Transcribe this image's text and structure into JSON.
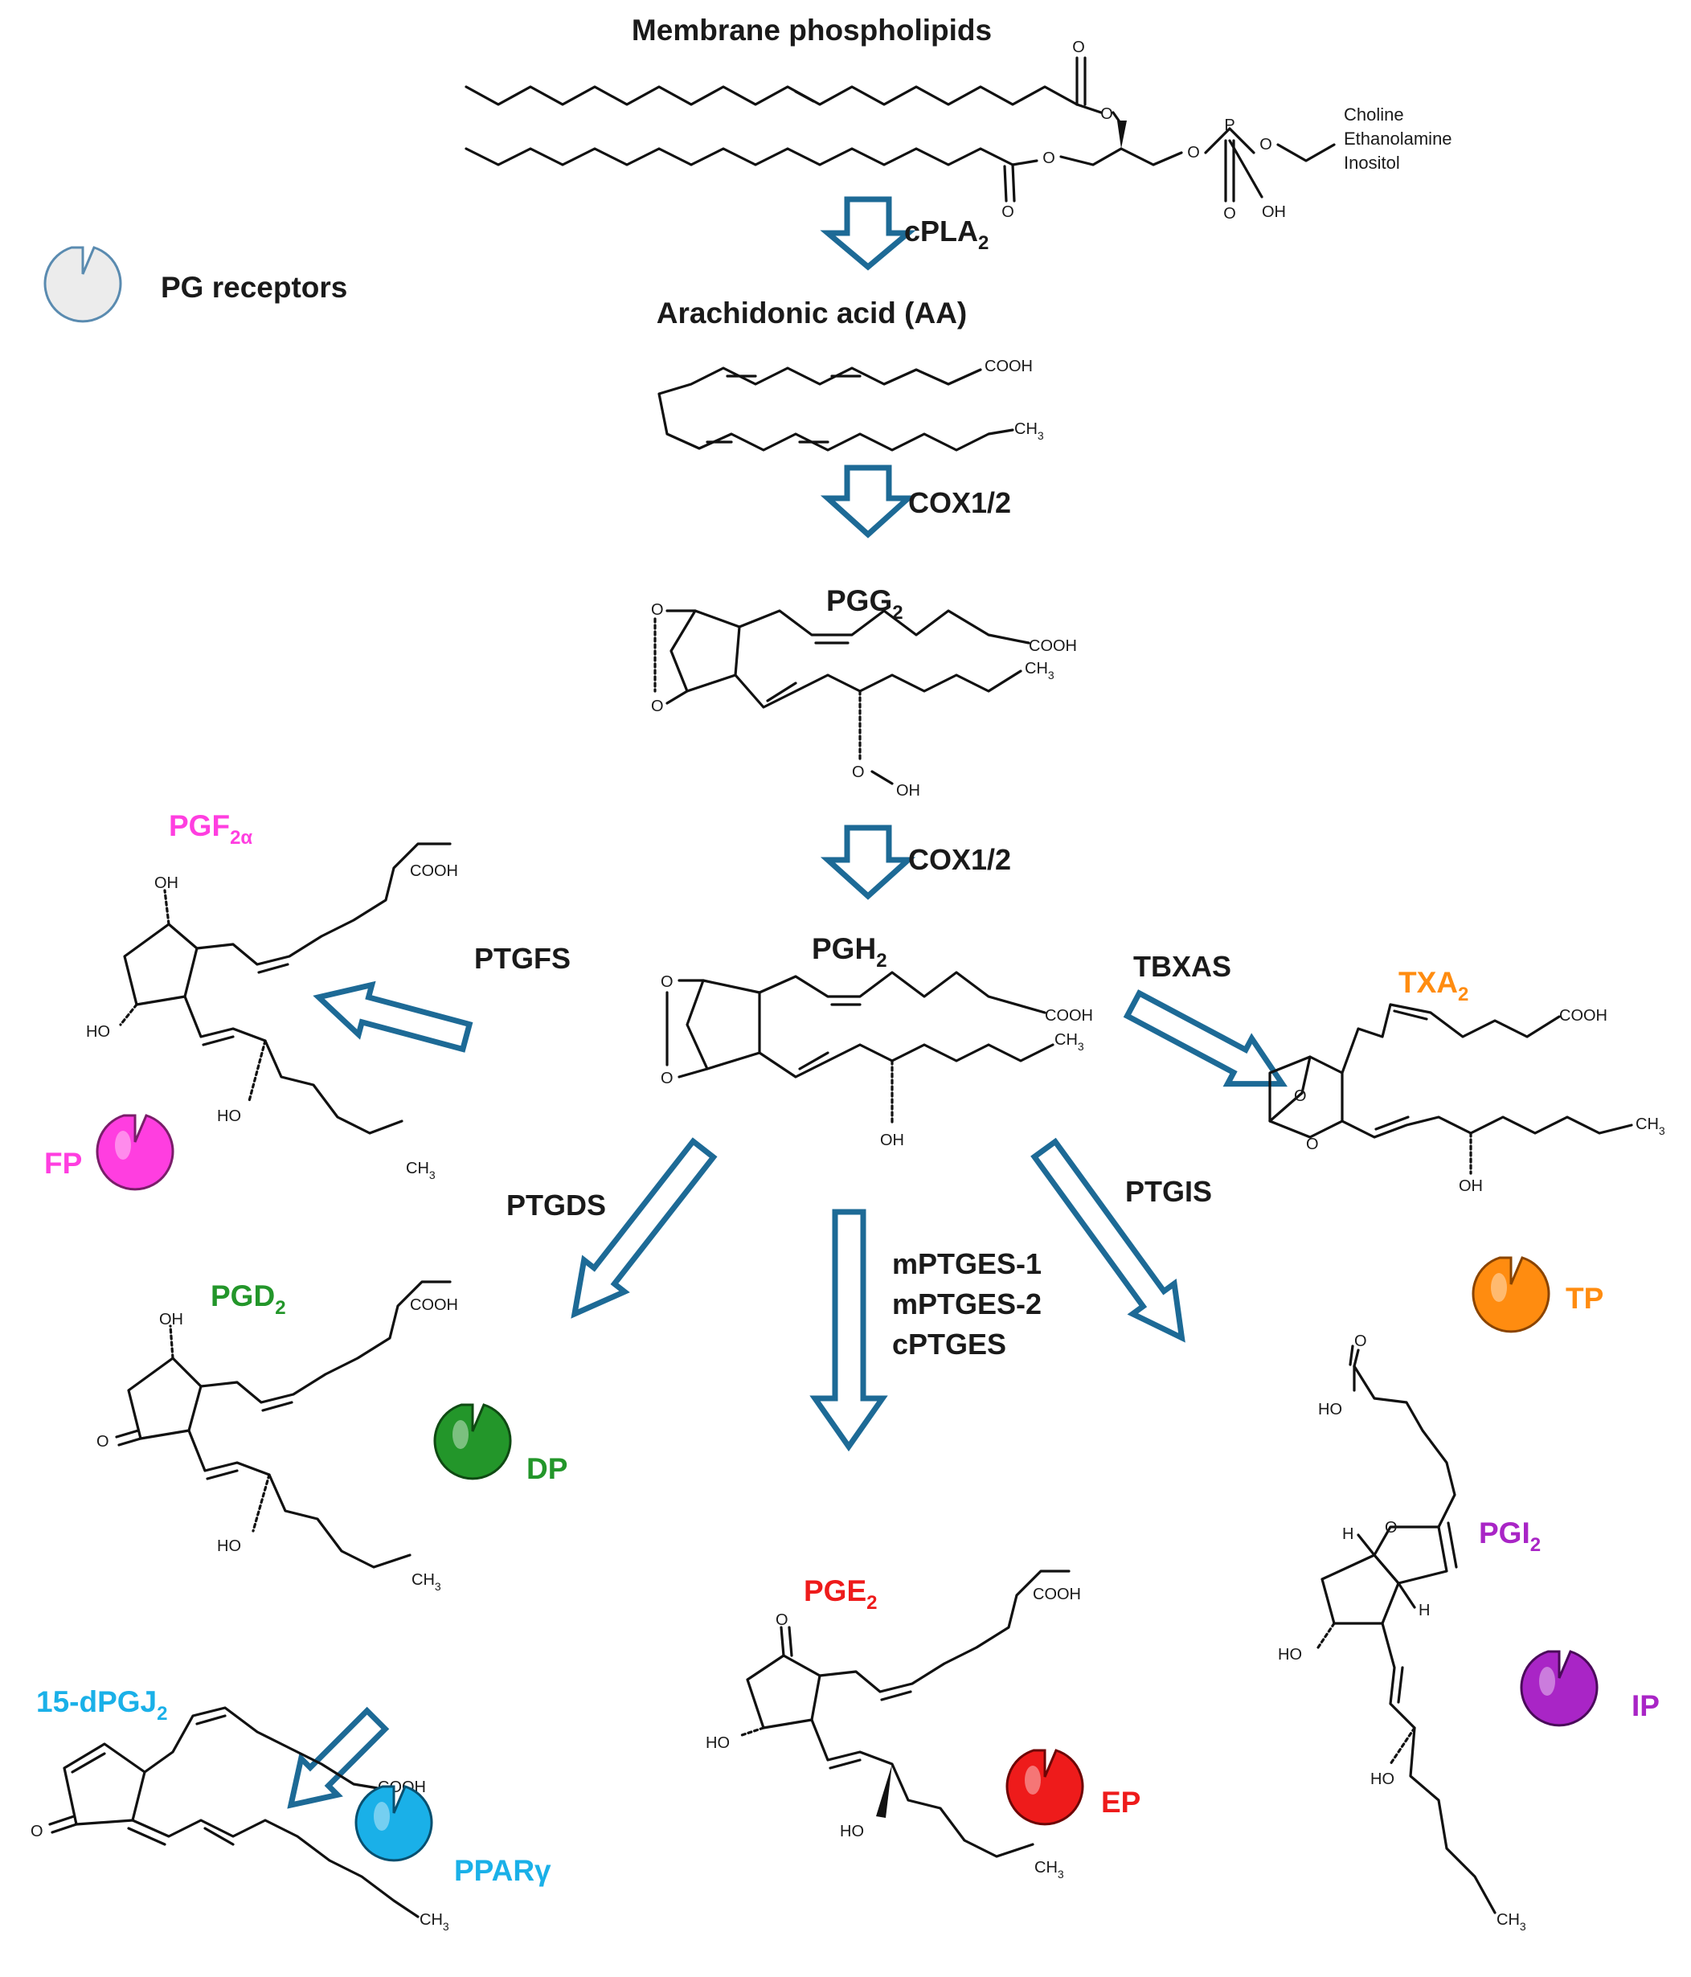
{
  "title": "Membrane phospholipids",
  "headgroups": [
    "Choline",
    "Ethanolamine",
    "Inositol"
  ],
  "atoms": {
    "O": "O",
    "P": "P",
    "OH": "OH",
    "HO": "HO",
    "COOH": "COOH",
    "CH3_base": "CH",
    "CH3_sub": "3",
    "H": "H"
  },
  "legend": {
    "label": "PG receptors",
    "color": "#d8d8d8"
  },
  "compounds": {
    "aa": {
      "label": "Arachidonic acid (AA)"
    },
    "pgg2": {
      "base": "PGG",
      "sub": "2"
    },
    "pgh2": {
      "base": "PGH",
      "sub": "2"
    },
    "pgf2a": {
      "base": "PGF",
      "sub": "2α",
      "color": "#ff3ee0"
    },
    "txa2": {
      "base": "TXA",
      "sub": "2",
      "color": "#ff8c10"
    },
    "pgd2": {
      "base": "PGD",
      "sub": "2",
      "color": "#23962a"
    },
    "pge2": {
      "base": "PGE",
      "sub": "2",
      "color": "#ee1b1b"
    },
    "pgi2": {
      "base": "PGI",
      "sub": "2",
      "color": "#a925c6"
    },
    "dpgj2": {
      "base": "15-dPGJ",
      "sub": "2",
      "color": "#1ab0e8"
    }
  },
  "enzymes": {
    "cpla2": {
      "base": "cPLA",
      "sub": "2"
    },
    "cox1": "COX1/2",
    "cox2": "COX1/2",
    "ptgfs": "PTGFS",
    "tbxas": "TBXAS",
    "ptgds": "PTGDS",
    "ptgis": "PTGIS",
    "ptges": [
      "mPTGES-1",
      "mPTGES-2",
      "cPTGES"
    ]
  },
  "receptors": {
    "fp": {
      "label": "FP",
      "color": "#ff3ee0"
    },
    "tp": {
      "label": "TP",
      "color": "#ff8c10"
    },
    "dp": {
      "label": "DP",
      "color": "#23962a"
    },
    "ep": {
      "label": "EP",
      "color": "#ee1b1b"
    },
    "ip": {
      "label": "IP",
      "color": "#a925c6"
    },
    "pparg": {
      "label": "PPARγ",
      "color": "#1ab0e8"
    }
  }
}
